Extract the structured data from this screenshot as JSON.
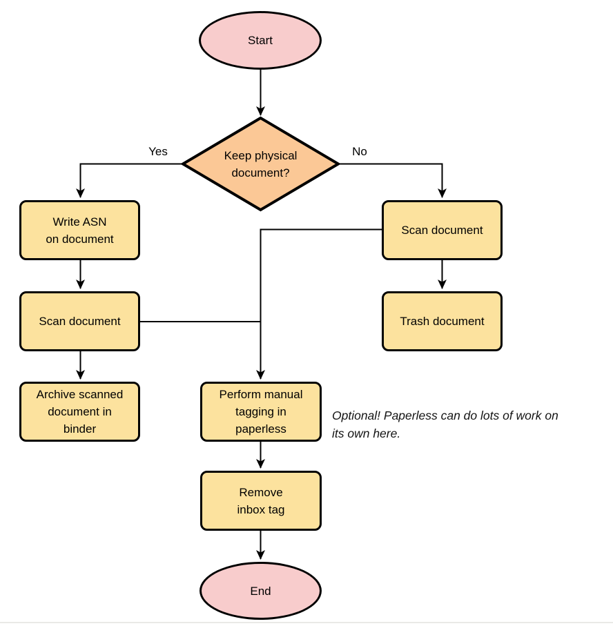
{
  "nodes": {
    "start": {
      "label": "Start",
      "type": "terminator"
    },
    "keep_physical": {
      "label": "Keep physical\ndocument?",
      "type": "decision"
    },
    "write_asn": {
      "label": "Write ASN\non document",
      "type": "process"
    },
    "scan_document_left": {
      "label": "Scan document",
      "type": "process"
    },
    "archive_binder": {
      "label": "Archive scanned\ndocument in\nbinder",
      "type": "process"
    },
    "scan_document_right": {
      "label": "Scan document",
      "type": "process"
    },
    "trash_document": {
      "label": "Trash document",
      "type": "process"
    },
    "manual_tagging": {
      "label": "Perform manual\ntagging in\npaperless",
      "type": "process"
    },
    "remove_inbox_tag": {
      "label": "Remove\ninbox tag",
      "type": "process"
    },
    "end": {
      "label": "End",
      "type": "terminator"
    }
  },
  "edge_labels": {
    "yes": "Yes",
    "no": "No"
  },
  "note": "Optional! Paperless can do lots of work on\nits own here.",
  "colors": {
    "terminator_fill": "#f8cccc",
    "decision_fill": "#fbc896",
    "process_fill": "#fce29e",
    "stroke": "#000000",
    "note_text": "#141414"
  }
}
